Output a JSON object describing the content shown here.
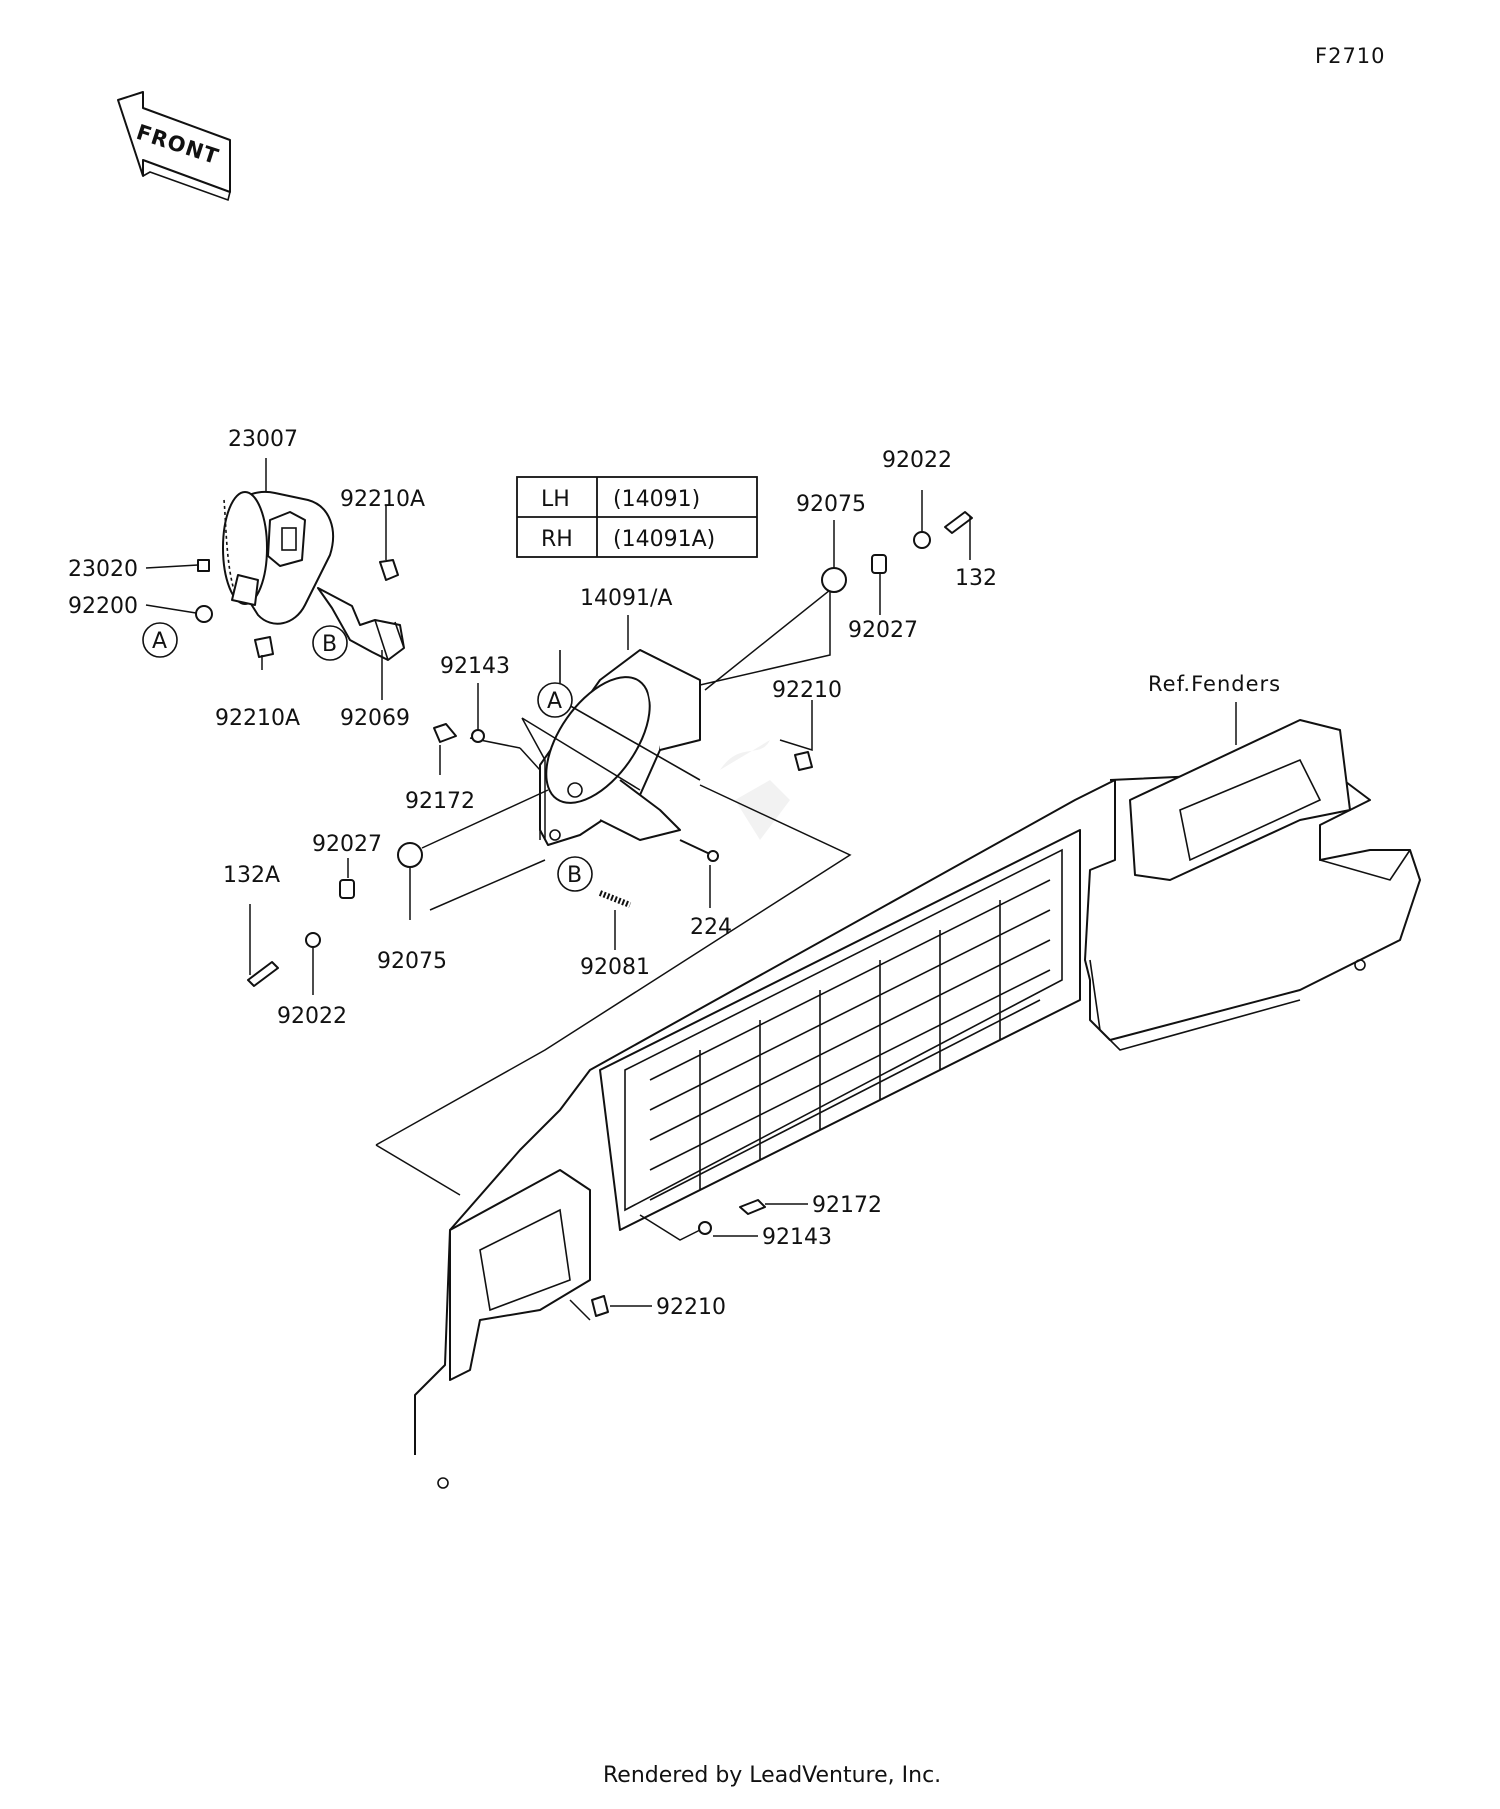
{
  "diagram_code": "F2710",
  "front_label": "FRONT",
  "footer": "Rendered by LeadVenture, Inc.",
  "variant_table": [
    {
      "side": "LH",
      "part": "(14091)"
    },
    {
      "side": "RH",
      "part": "(14091A)"
    }
  ],
  "reference_label": "Ref.Fenders",
  "callouts": {
    "a": "A",
    "b": "B"
  },
  "parts": {
    "headlight": "23007",
    "p23020": "23020",
    "p92200": "92200",
    "p92210a_top": "92210A",
    "p92210a_bottom": "92210A",
    "bulb": "92069",
    "bracket": "14091/A",
    "p92143_top": "92143",
    "p92172_top": "92172",
    "p92022_top": "92022",
    "p92075_top": "92075",
    "p132": "132",
    "p92027_top": "92027",
    "p92210_top": "92210",
    "p92027_left": "92027",
    "p132a": "132A",
    "p92075_left": "92075",
    "p92022_left": "92022",
    "spring": "92081",
    "p224": "224",
    "p92172_bottom": "92172",
    "p92143_bottom": "92143",
    "p92210_bottom": "92210"
  }
}
